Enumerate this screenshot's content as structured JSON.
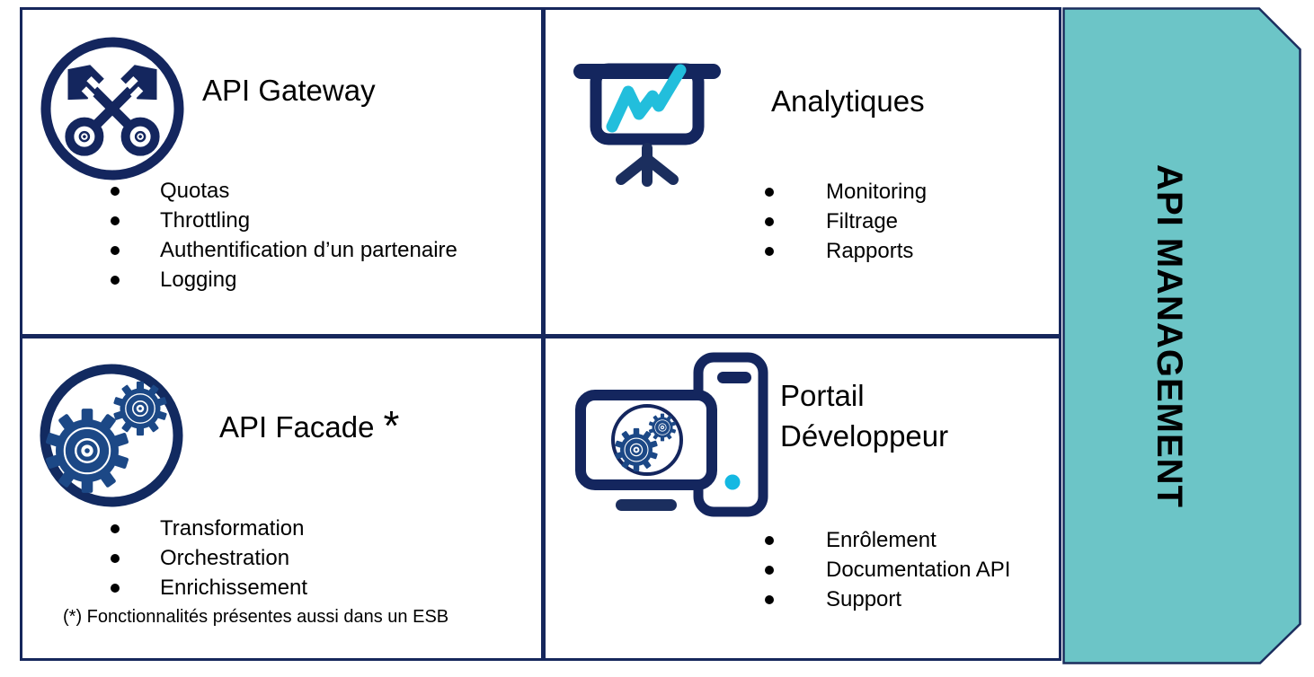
{
  "banner": {
    "label": "API MANAGEMENT",
    "fill_color": "#6CC5C7",
    "border_color": "#1B2E5E"
  },
  "colors": {
    "navy": "#14265E",
    "divider_navy": "#16275C",
    "gear_blue": "#1C4886",
    "cyan": "#22BEDC",
    "bullet_black": "#000000"
  },
  "quadrants": [
    {
      "id": "api-gateway",
      "icon": "crossed-keys-icon",
      "title": "API Gateway",
      "items": [
        "Quotas",
        "Throttling",
        "Authentification d’un partenaire",
        "Logging"
      ]
    },
    {
      "id": "analytiques",
      "icon": "presentation-chart-icon",
      "title": "Analytiques",
      "items": [
        "Monitoring",
        "Filtrage",
        "Rapports"
      ]
    },
    {
      "id": "api-facade",
      "icon": "gears-icon",
      "title": "API Facade",
      "title_suffix": "*",
      "items": [
        "Transformation",
        "Orchestration",
        "Enrichissement"
      ],
      "footnote": "(*) Fonctionnalités présentes aussi dans un ESB"
    },
    {
      "id": "portail-developpeur",
      "icon": "developer-portal-icon",
      "title": "Portail Développeur",
      "items": [
        "Enrôlement",
        "Documentation API",
        "Support"
      ]
    }
  ]
}
